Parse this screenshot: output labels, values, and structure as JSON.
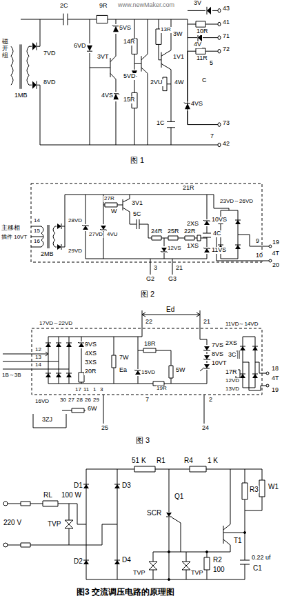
{
  "diagram": {
    "caption": "图3 交流调压电路的原理图",
    "labels": [
      "www.newMaker.com",
      "2C",
      "9R",
      "3V",
      "43",
      "10R",
      "41",
      "3W",
      "4V",
      "71",
      "11R",
      "72",
      "5",
      "磁开组",
      "7VD",
      "8VD",
      "1MB",
      "5VS",
      "6VD",
      "14R",
      "13R",
      "3VT",
      "2VU",
      "1V1",
      "5VD",
      "4W",
      "C",
      "15R",
      "4VS",
      "4VS",
      "1C",
      "73",
      "7",
      "42",
      "图 1",
      "21R",
      "27R",
      "W",
      "4VU",
      "3V1",
      "5C",
      "24R",
      "25R",
      "22R",
      "12VS",
      "2XS",
      "10VS",
      "4C",
      "1XS",
      "11VS",
      "23VD～26VD",
      "9",
      "19",
      "10",
      "20",
      "4T",
      "主移相",
      "插件 10VT",
      "14",
      "28VD",
      "15",
      "27VD",
      "16",
      "29VD",
      "2MB",
      "3",
      "21",
      "G2",
      "G3",
      "图 2",
      "Ed",
      "22",
      "21",
      "11VD～14VD",
      "17VD～22VD",
      "9VS",
      "4XS",
      "3XS",
      "20R",
      "18R",
      "7W",
      "Ea",
      "15VD",
      "5W",
      "19R",
      "7VS",
      "2XS",
      "8VS",
      "3C",
      "10VT",
      "17R",
      "12VD",
      "13VD",
      "18",
      "4T",
      "19",
      "1B～3B",
      "12",
      "13",
      "14",
      "16VD",
      "17",
      "11",
      "1",
      "3",
      "30",
      "27",
      "28",
      "26",
      "29",
      "7",
      "2",
      "6W",
      "3ZJ",
      "25",
      "24",
      "图 3",
      "220 V",
      "RL",
      "100 W",
      "TVP",
      "D1",
      "D3",
      "D4",
      "D2",
      "51 K",
      "R1",
      "R4",
      "1 K",
      "W1",
      "R3",
      "Q1",
      "SCR",
      "T1",
      "R2",
      "100",
      "0.22 uf",
      "C1",
      "TVP",
      "TVP"
    ]
  }
}
